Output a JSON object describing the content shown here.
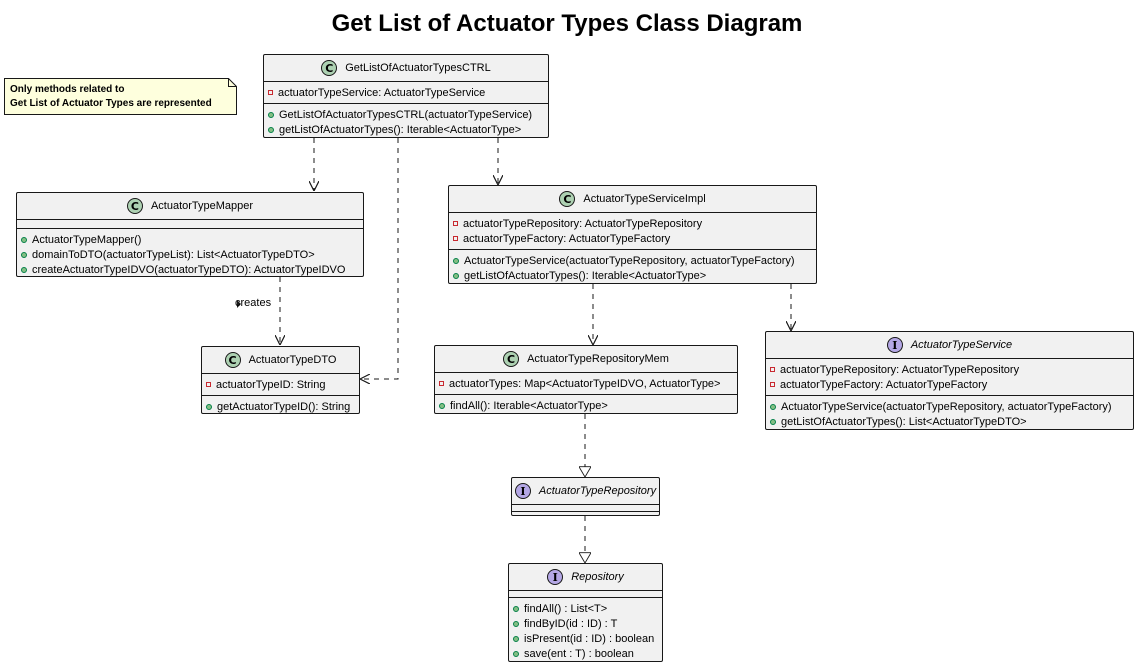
{
  "title": "Get List of Actuator Types Class Diagram",
  "note": {
    "line1": "Only methods related to",
    "line2": "Get List of Actuator Types are represented"
  },
  "classes": {
    "ctrl": {
      "name": "GetListOfActuatorTypesCTRL",
      "kind": "class",
      "attributes": [
        "actuatorTypeService: ActuatorTypeService"
      ],
      "methods": [
        "GetListOfActuatorTypesCTRL(actuatorTypeService)",
        "getListOfActuatorTypes(): Iterable<ActuatorType>"
      ]
    },
    "mapper": {
      "name": "ActuatorTypeMapper",
      "kind": "class",
      "attributes": [],
      "methods": [
        "ActuatorTypeMapper()",
        "domainToDTO(actuatorTypeList): List<ActuatorTypeDTO>",
        "createActuatorTypeIDVO(actuatorTypeDTO): ActuatorTypeIDVO"
      ]
    },
    "dto": {
      "name": "ActuatorTypeDTO",
      "kind": "class",
      "attributes": [
        "actuatorTypeID: String"
      ],
      "methods": [
        "getActuatorTypeID(): String"
      ]
    },
    "serviceImpl": {
      "name": "ActuatorTypeServiceImpl",
      "kind": "class",
      "attributes": [
        "actuatorTypeRepository: ActuatorTypeRepository",
        "actuatorTypeFactory: ActuatorTypeFactory"
      ],
      "methods": [
        "ActuatorTypeService(actuatorTypeRepository, actuatorTypeFactory)",
        "getListOfActuatorTypes(): Iterable<ActuatorType>"
      ]
    },
    "repoMem": {
      "name": "ActuatorTypeRepositoryMem",
      "kind": "class",
      "attributes": [
        "actuatorTypes: Map<ActuatorTypeIDVO, ActuatorType>"
      ],
      "methods": [
        "findAll(): Iterable<ActuatorType>"
      ]
    },
    "service": {
      "name": "ActuatorTypeService",
      "kind": "interface",
      "attributes": [
        "actuatorTypeRepository: ActuatorTypeRepository",
        "actuatorTypeFactory: ActuatorTypeFactory"
      ],
      "methods": [
        "ActuatorTypeService(actuatorTypeRepository, actuatorTypeFactory)",
        "getListOfActuatorTypes(): List<ActuatorTypeDTO>"
      ]
    },
    "repoIface": {
      "name": "ActuatorTypeRepository",
      "kind": "interface",
      "attributes": [],
      "methods": []
    },
    "repository": {
      "name": "Repository",
      "kind": "interface",
      "attributes": [],
      "methods": [
        "findAll() : List<T>",
        "findByID(id : ID) : T",
        "isPresent(id : ID) : boolean",
        "save(ent : T) : boolean"
      ]
    }
  },
  "edge_label": "creates",
  "colors": {
    "class_fill": "#f1f1f1",
    "class_badge": "#add1b2",
    "interface_badge": "#b4a7e5",
    "note_fill": "#feffdd",
    "private_marker": "#c82930",
    "public_marker": "#84be84"
  }
}
